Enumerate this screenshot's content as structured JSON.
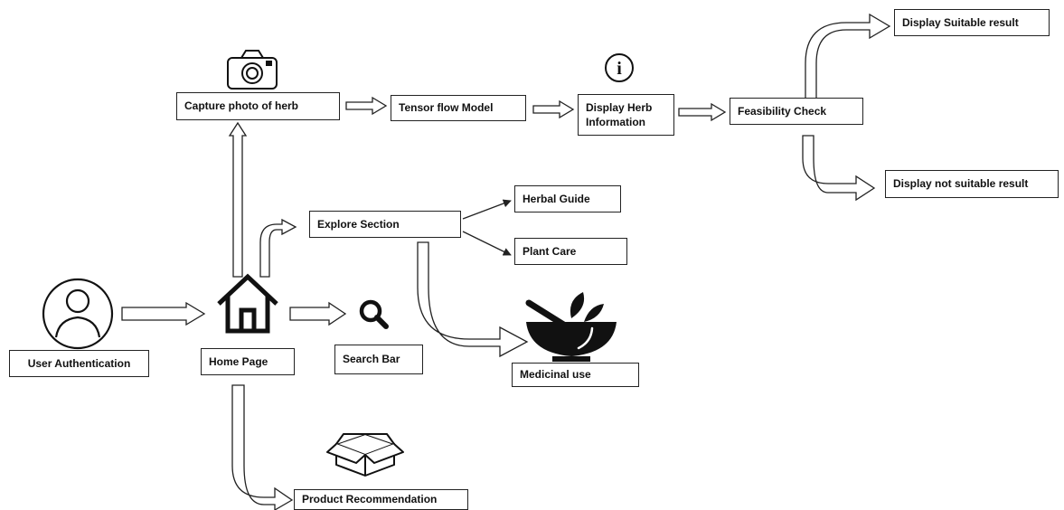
{
  "diagram": {
    "nodes": {
      "capture_photo": "Capture photo of herb",
      "tensor_flow": "Tensor flow Model",
      "display_herb": "Display Herb Information",
      "feasibility": "Feasibility Check",
      "suitable": "Display Suitable result",
      "not_suitable": "Display not suitable result",
      "explore": "Explore Section",
      "herbal_guide": "Herbal Guide",
      "plant_care": "Plant Care",
      "user_auth": "User Authentication",
      "home_page": "Home Page",
      "search_bar": "Search Bar",
      "medicinal_use": "Medicinal use",
      "product_rec": "Product Recommendation"
    },
    "icons": {
      "camera": "camera-icon",
      "info": "info-icon",
      "info_glyph": "i",
      "user": "user-avatar-icon",
      "home": "home-icon",
      "search": "search-icon",
      "mortar": "mortar-pestle-icon",
      "box": "box-icon"
    },
    "colors": {
      "line": "#222222",
      "background": "#ffffff"
    }
  }
}
